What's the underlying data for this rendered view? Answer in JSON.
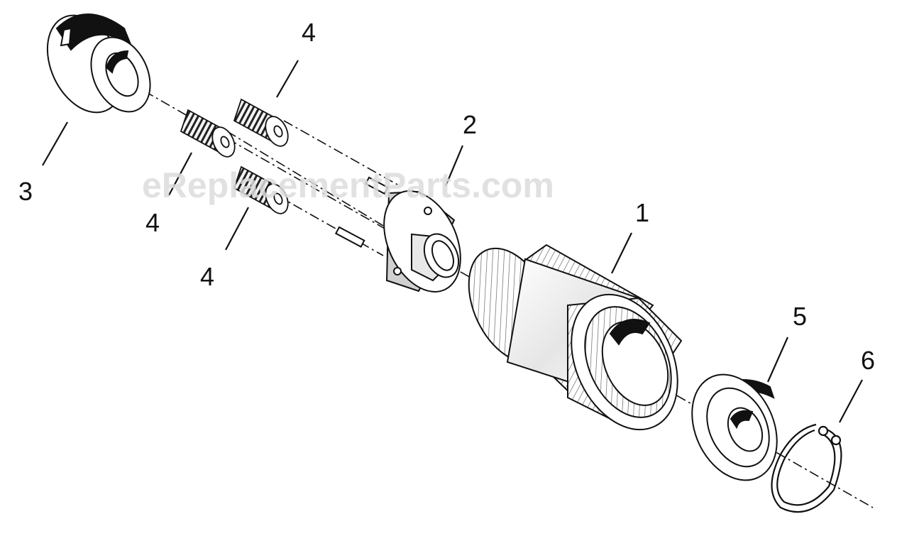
{
  "diagram": {
    "watermark": "eReplacementParts.com",
    "callouts": {
      "c1": "1",
      "c2": "2",
      "c3": "3",
      "c4a": "4",
      "c4b": "4",
      "c4c": "4",
      "c5": "5",
      "c6": "6"
    },
    "colors": {
      "line": "#111111",
      "fill": "#ffffff",
      "shade": "#d8d8d8"
    }
  }
}
